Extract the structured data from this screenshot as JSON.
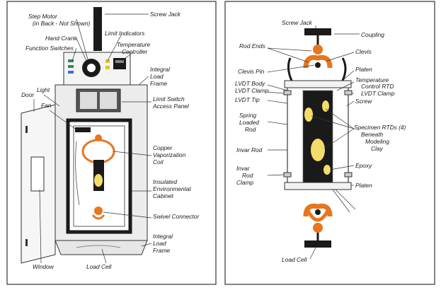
{
  "left_panel": {
    "labels": {
      "step_motor": "Step Motor",
      "step_motor_note": "(in Back - Not Shown)",
      "screw_jack": "Screw Jack",
      "hand_crank": "Hand Crank",
      "limit_indicators": "Limit Indicators",
      "function_switches": "Function Switches",
      "temperature_controller_1": "Temperature",
      "temperature_controller_2": "Controller",
      "integral_load_frame_1": "Integral",
      "integral_load_frame_2": "Load",
      "integral_load_frame_3": "Frame",
      "light": "Light",
      "door": "Door",
      "limit_switch_1": "Limit Switch",
      "limit_switch_2": "Access Panel",
      "fan": "Fan",
      "copper_coil_1": "Copper",
      "copper_coil_2": "Vaporization",
      "copper_coil_3": "Coil",
      "insulated_cabinet_1": "Insulated",
      "insulated_cabinet_2": "Environmental",
      "insulated_cabinet_3": "Cabinet",
      "swivel_connector": "Swivel Connector",
      "integral_load_frame_b1": "Integral",
      "integral_load_frame_b2": "Load",
      "integral_load_frame_b3": "Frame",
      "window": "Window",
      "load_cell": "Load Cell"
    }
  },
  "right_panel": {
    "labels": {
      "screw_jack": "Screw Jack",
      "coupling": "Coupling",
      "rod_ends": "Rod Ends",
      "clevis": "Clevis",
      "clevis_pin": "Clevis Pin",
      "platen_top": "Platen",
      "temp_rtd_1": "Temperature",
      "temp_rtd_2": "Control RTD",
      "lvdt_body": "LVDT Body",
      "lvdt_clamp_left": "LVDT Clamp",
      "lvdt_clamp_right": "LVDT Clamp",
      "lvdt_tip": "LVDT Tip",
      "screw": "Screw",
      "spring_1": "Spring",
      "spring_2": "Loaded",
      "spring_3": "Rod",
      "specimen_rtds_1": "Specimen RTDs (4)",
      "specimen_rtds_2": "Beneath",
      "specimen_rtds_3": "Modeling",
      "specimen_rtds_4": "Clay",
      "invar_rod": "Invar Rod",
      "epoxy": "Epoxy",
      "invar_clamp_1": "Invar",
      "invar_clamp_2": "Rod",
      "invar_clamp_3": "Clamp",
      "platen_bottom": "Platen",
      "load_cell": "Load Cell"
    }
  },
  "colors": {
    "orange": "#e8761e",
    "yellow": "#f4dc6a",
    "specimen": "#1a1a1a",
    "cabinet_gray": "#d9d9d9"
  }
}
